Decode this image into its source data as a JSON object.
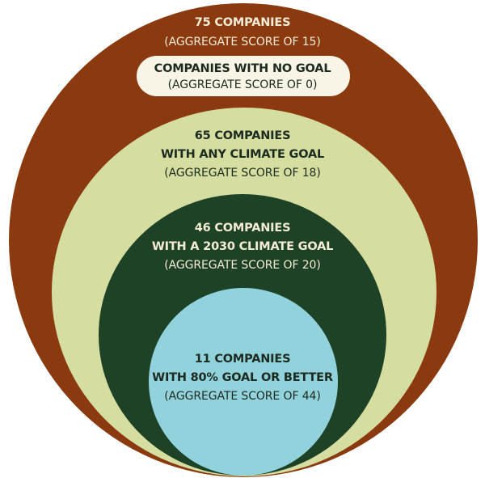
{
  "colors": {
    "all_companies": "#8a3a0e",
    "no_goal": "#f8f5e6",
    "any_climate_goal": "#d6dda0",
    "goal_2030": "#1e4226",
    "goal_80_percent": "#92d2dc",
    "dark_text": "#1c2b1f",
    "light_text": "#f4ecd6"
  },
  "groups": {
    "all": {
      "title": "75 COMPANIES",
      "score": "(AGGREGATE SCORE OF 15)"
    },
    "no_goal": {
      "title": "COMPANIES WITH NO GOAL",
      "score": "(AGGREGATE SCORE OF 0)"
    },
    "any_goal": {
      "title_line1": "65 COMPANIES",
      "title_line2": "WITH ANY CLIMATE GOAL",
      "score": "(AGGREGATE SCORE OF 18)"
    },
    "goal_2030": {
      "title_line1": "46 COMPANIES",
      "title_line2": "WITH A 2030 CLIMATE GOAL",
      "score": "(AGGREGATE SCORE OF 20)"
    },
    "goal_80": {
      "title_line1": "11 COMPANIES",
      "title_line2": "WITH 80% GOAL OR BETTER",
      "score": "(AGGREGATE SCORE OF 44)"
    }
  }
}
